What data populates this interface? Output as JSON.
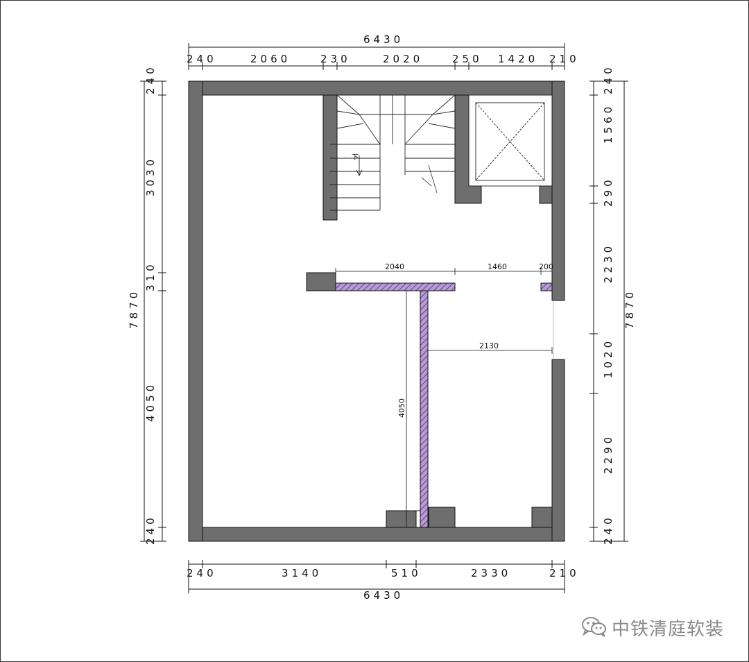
{
  "plan": {
    "top_total": "6430",
    "top_segments": [
      "240",
      "2060",
      "230",
      "2020",
      "250",
      "1420",
      "210"
    ],
    "bottom_total": "6430",
    "bottom_segments": [
      "240",
      "3140",
      "510",
      "2330",
      "210"
    ],
    "left_total": "7870",
    "left_segments": [
      "240",
      "3030",
      "310",
      "4050",
      "240"
    ],
    "right_total": "7870",
    "right_segments": [
      "240",
      "1560",
      "290",
      "2230",
      "1020",
      "2290",
      "240"
    ],
    "inner_dims": {
      "d2040": "2040",
      "d1460": "1460",
      "d200": "200",
      "d2130": "2130",
      "d4050": "4050"
    },
    "stair_mark": "下"
  },
  "watermark": {
    "text": "中铁清庭软装",
    "icon": "wechat-icon"
  },
  "colors": {
    "wall": "#6e6e6e",
    "partition": "#a98cc9",
    "line": "#111111"
  }
}
